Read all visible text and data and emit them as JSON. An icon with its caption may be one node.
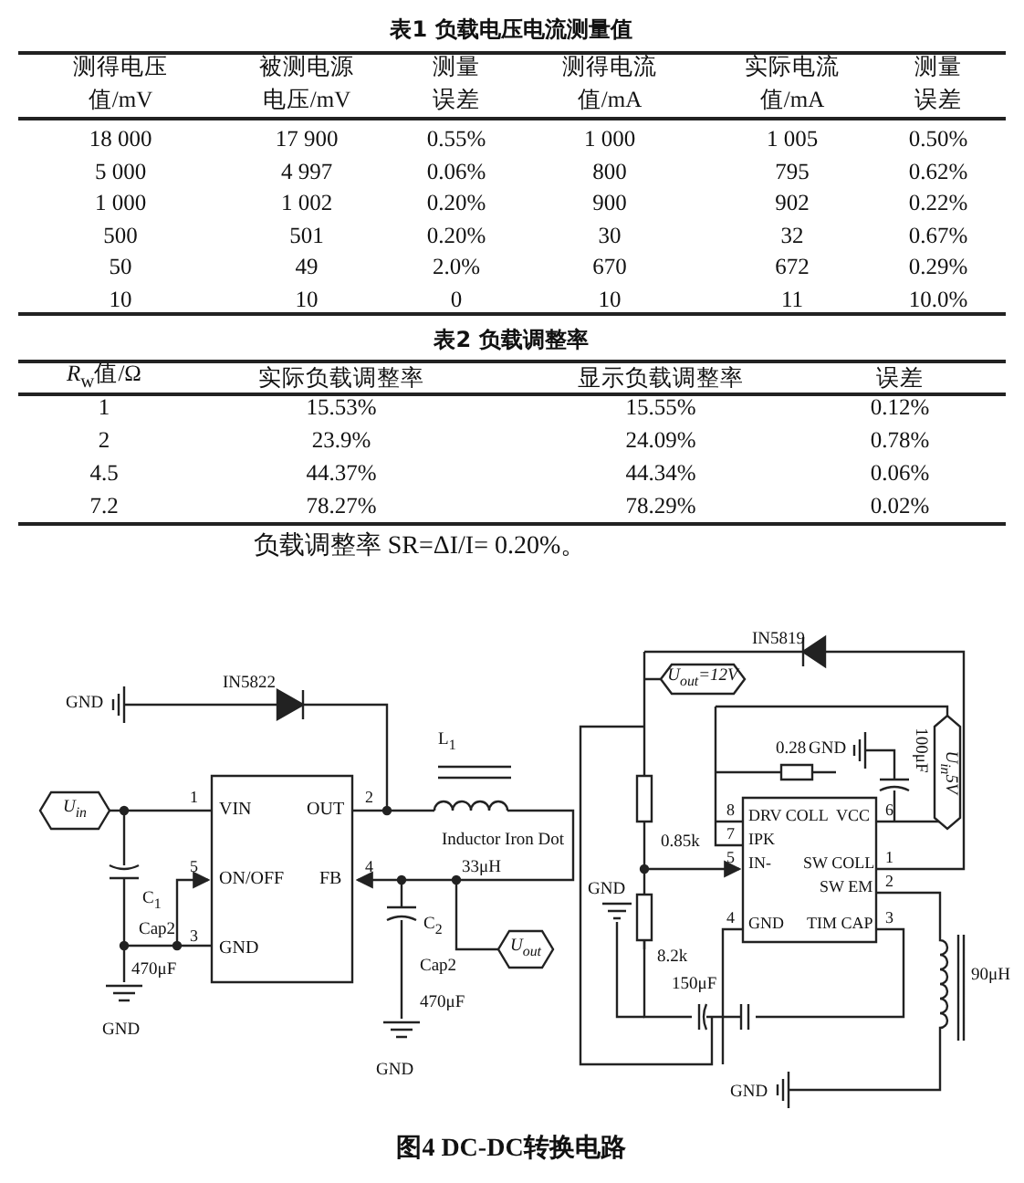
{
  "diagram": {
    "caption": "图4 DC-DC转换电路",
    "labels": [
      "表1 负载电压电流测量值",
      "测得电压值/mV",
      "被测电源电压/mV",
      "测量误差",
      "测得电流值/mA",
      "实际电流值/mA",
      "测量误差",
      "18 000",
      "17 900",
      "0.55%",
      "1 000",
      "1 005",
      "0.50%",
      "5 000",
      "4 997",
      "0.06%",
      "800",
      "795",
      "0.62%",
      "1 000",
      "1 002",
      "0.20%",
      "900",
      "902",
      "0.22%",
      "500",
      "501",
      "0.20%",
      "30",
      "32",
      "0.67%",
      "50",
      "49",
      "2.0%",
      "670",
      "672",
      "0.29%",
      "10",
      "10",
      "0",
      "10",
      "11",
      "10.0%",
      "表2 负载调整率",
      "*R*$_{w}$值/Ω",
      "实际负载调整率",
      "显示负载调整率",
      "误差",
      "1",
      "15.53%",
      "15.55%",
      "0.12%",
      "2",
      "23.9%",
      "24.09%",
      "0.78%",
      "4.5",
      "44.37%",
      "44.34%",
      "0.06%",
      "7.2",
      "78.27%",
      "78.29%",
      "0.02%",
      "负载调整率 SR=ΔI/I= 0.20%。",
      "IN5822",
      "GND",
      "L$_{1}$",
      "U$_{in}$",
      "1",
      "VIN",
      "OUT",
      "2",
      "Inductor Iron Dot",
      "5",
      "ON/OFF",
      "FB",
      "4",
      "33μH",
      "C$_{1}$",
      "Cap2",
      "3",
      "GND",
      "C$_{2}$",
      "U$_{out}$",
      "470μF",
      "Cap2",
      "470μF",
      "GND",
      "GND",
      "IN5819",
      "U$_{out}$=12V",
      "0.28",
      "GND",
      "100μF",
      "U$_{in}$5V",
      "8",
      "DRV COLL",
      "VCC",
      "6",
      "0.85k",
      "7",
      "IPK",
      "5",
      "IN-",
      "SW COLL",
      "1",
      "GND",
      "SW EM",
      "2",
      "4",
      "GND",
      "TIM CAP",
      "3",
      "8.2k",
      "150μF",
      "90μH",
      "GND"
    ]
  }
}
